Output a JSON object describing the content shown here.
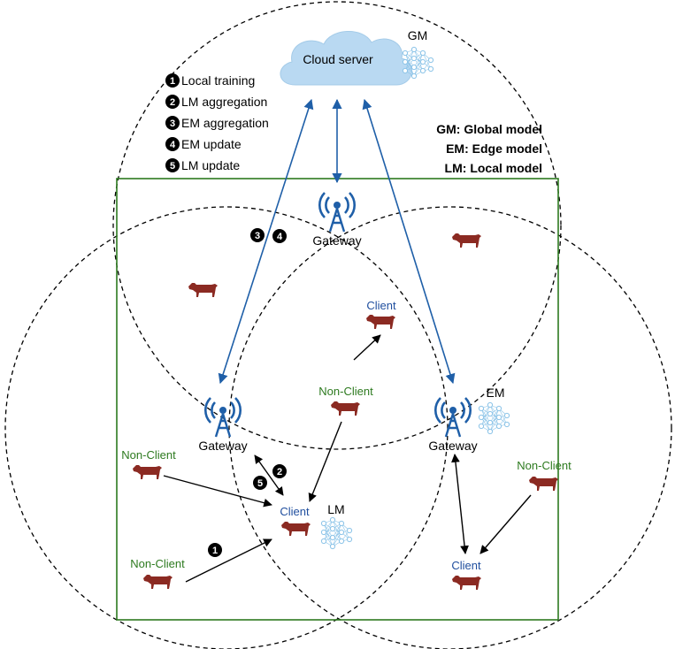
{
  "colors": {
    "cloud_fill": "#b9d9f2",
    "link_blue": "#1f5fa8",
    "arrow_black": "#000000",
    "cow": "#8b2a22",
    "client_text": "#1f4e9e",
    "nonclient_text": "#2d7a1f",
    "region_border": "#2d7a1f",
    "network_icon": "#8cc4e8"
  },
  "cloud": {
    "label": "Cloud server",
    "model_label": "GM"
  },
  "legend": {
    "steps": [
      {
        "num": "1",
        "text": "Local training"
      },
      {
        "num": "2",
        "text": "LM aggregation"
      },
      {
        "num": "3",
        "text": "EM aggregation"
      },
      {
        "num": "4",
        "text": "EM update"
      },
      {
        "num": "5",
        "text": "LM update"
      }
    ]
  },
  "key": {
    "gm": "GM: Global model",
    "em": "EM: Edge model",
    "lm": "LM: Local model"
  },
  "gateways": {
    "top": "Gateway",
    "left": "Gateway",
    "right": "Gateway"
  },
  "labels": {
    "client_center": "Client",
    "client_left": "Client",
    "client_right": "Client",
    "nonclient_center": "Non-Client",
    "nonclient_left_top": "Non-Client",
    "nonclient_left_bottom": "Non-Client",
    "nonclient_right": "Non-Client",
    "em": "EM",
    "lm": "LM"
  },
  "badges": {
    "step1": "1",
    "step2": "2",
    "step3": "3",
    "step4": "4",
    "step5": "5"
  }
}
